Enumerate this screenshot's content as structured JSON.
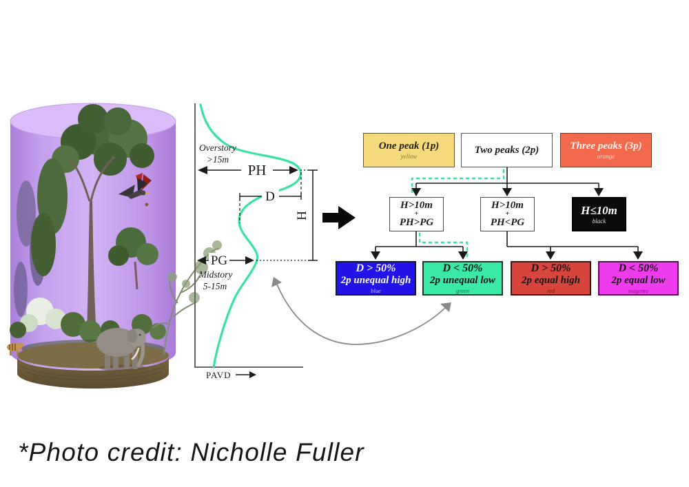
{
  "page": {
    "background_color": "#FFFFFF",
    "photo_credit": "*Photo credit: Nicholle Fuller"
  },
  "illustration": {
    "cylinder_color": "#C9A6EF",
    "soil_color": "#77653F"
  },
  "profile": {
    "overstory_label": "Overstory",
    "overstory_threshold": ">15m",
    "midstory_label": "Midstory",
    "midstory_range": "5-15m",
    "peak_height_label": "PH",
    "depth_label": "D",
    "height_label": "H",
    "ground_peak_label": "PG",
    "x_axis_label": "PAVD",
    "curve_color": "#38E2A0"
  },
  "flowchart": {
    "dashed_path_color": "#35E3A0",
    "top_row": [
      {
        "label": "One peak (1p)",
        "sublabel": "yellow",
        "bg": "#F5D97B"
      },
      {
        "label": "Two peaks (2p)",
        "sublabel": "",
        "bg": "#FFFFFF"
      },
      {
        "label": "Three peaks (3p)",
        "sublabel": "orange",
        "bg": "#F2694D"
      }
    ],
    "mid_row": [
      {
        "line1": "H>10m",
        "plus": "+",
        "line2": "PH>PG",
        "sublabel": "",
        "bg": "#FFFFFF"
      },
      {
        "line1": "H>10m",
        "plus": "+",
        "line2": "PH<PG",
        "sublabel": "",
        "bg": "#FFFFFF"
      },
      {
        "line1": "H≤10m",
        "plus": "",
        "line2": "",
        "sublabel": "black",
        "bg": "#0B0B0B"
      }
    ],
    "bottom_row": [
      {
        "line1": "D > 50%",
        "line2": "2p unequal high",
        "sublabel": "blue",
        "bg": "#2213E8"
      },
      {
        "line1": "D < 50%",
        "line2": "2p unequal low",
        "sublabel": "green",
        "bg": "#3BE9A6"
      },
      {
        "line1": "D > 50%",
        "line2": "2p equal high",
        "sublabel": "red",
        "bg": "#D7453C"
      },
      {
        "line1": "D < 50%",
        "line2": "2p equal low",
        "sublabel": "magenta",
        "bg": "#EE3BEB"
      }
    ]
  }
}
